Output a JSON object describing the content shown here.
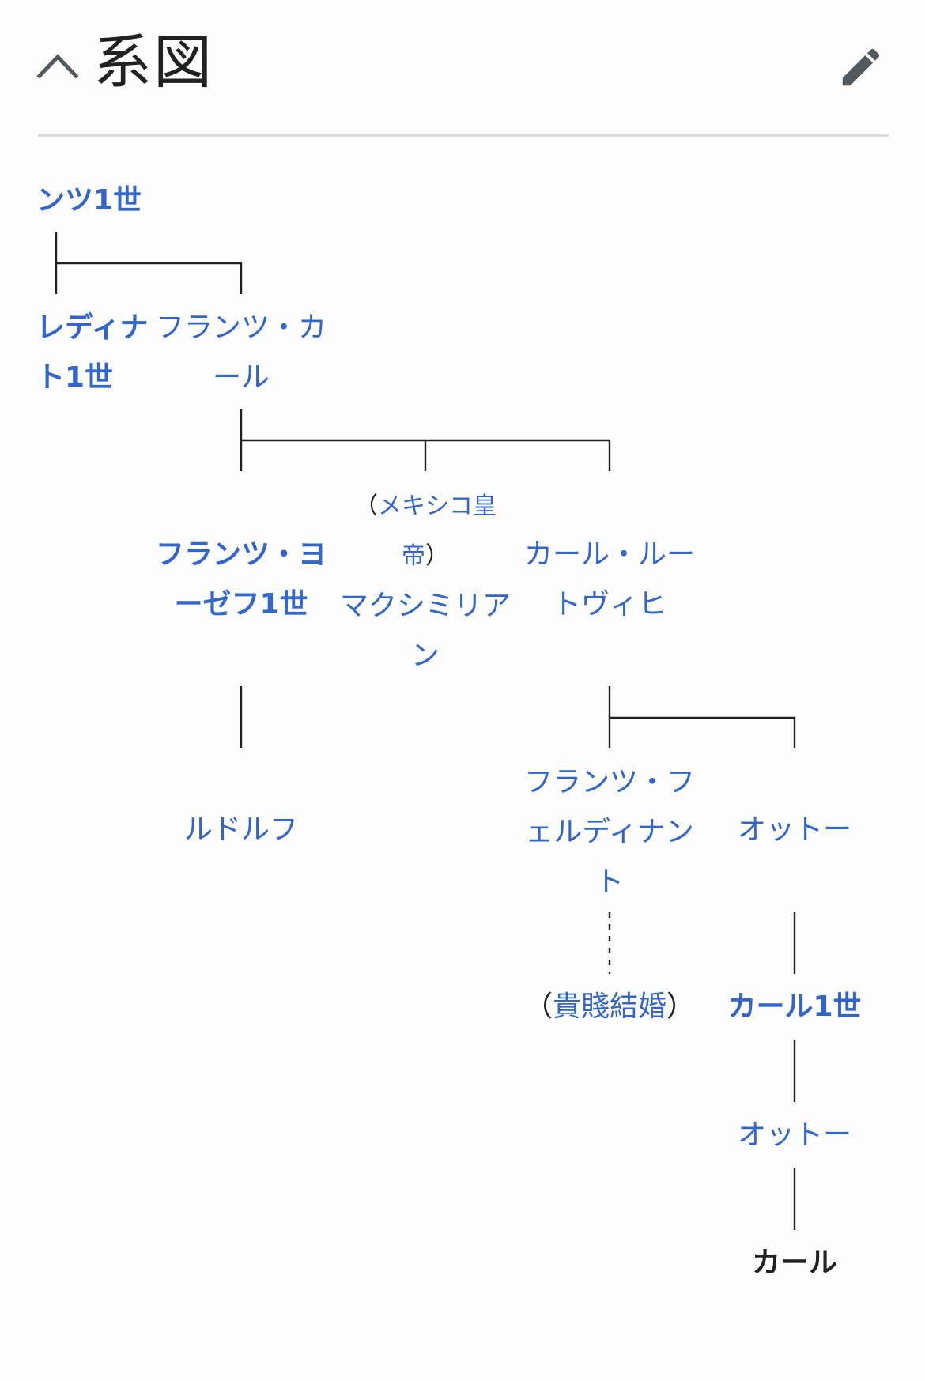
{
  "header": {
    "title": "系図",
    "collapse_icon": "chevron-up-icon",
    "edit_icon": "pencil-icon"
  },
  "tree": {
    "root": "ンツ1世",
    "ferdinand": [
      "レディナ",
      "ト1世"
    ],
    "franz_karl": [
      "フランツ・カ",
      "ール"
    ],
    "franz_joseph": [
      "フランツ・ヨ",
      "ーゼフ1世"
    ],
    "mexico_note": {
      "open": "（",
      "line1": "メキシコ皇",
      "line2": "帝",
      "close": "）"
    },
    "maximilian": [
      "マクシミリア",
      "ン"
    ],
    "karl_ludwig": [
      "カール・ルー",
      "トヴィヒ"
    ],
    "rudolf": "ルドルフ",
    "franz_ferdinand": [
      "フランツ・フ",
      "ェルディナン",
      "ト"
    ],
    "otto_1": "オットー",
    "morganatic": {
      "open": "（",
      "text": "貴賤結婚",
      "close": "）"
    },
    "karl_1": "カール1世",
    "otto_2": "オットー",
    "karl": "カール"
  }
}
